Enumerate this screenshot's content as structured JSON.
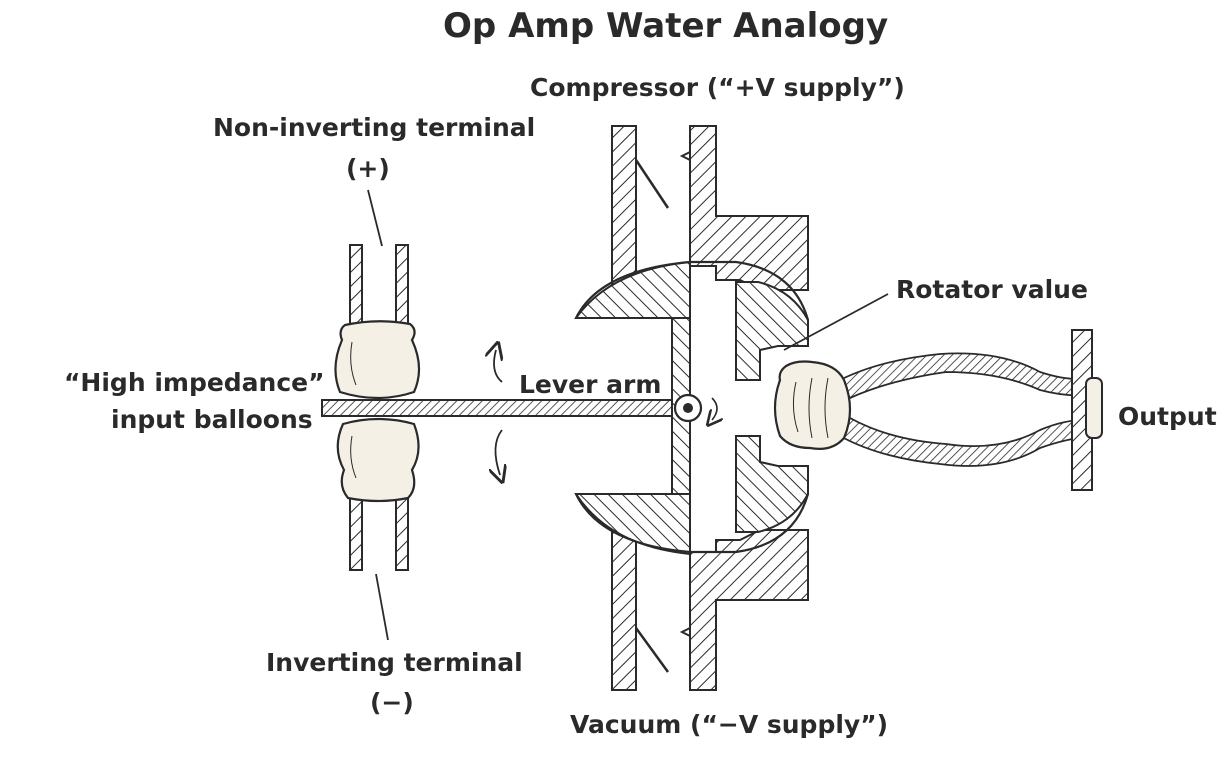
{
  "title": "Op Amp Water Analogy",
  "labels": {
    "compressor": "Compressor (“+V supply”)",
    "non_inverting_line1": "Non-inverting terminal",
    "non_inverting_line2": "(+)",
    "rotator": "Rotator value",
    "high_impedance_line1": "“High impedance”",
    "high_impedance_line2": "input balloons",
    "lever_arm": "Lever arm",
    "output": "Output",
    "inverting_line1": "Inverting terminal",
    "inverting_line2": "(−)",
    "vacuum": "Vacuum (“−V supply”)"
  },
  "colors": {
    "ink": "#2a2a2a",
    "balloon": "#f4f0e6",
    "background": "#ffffff"
  }
}
